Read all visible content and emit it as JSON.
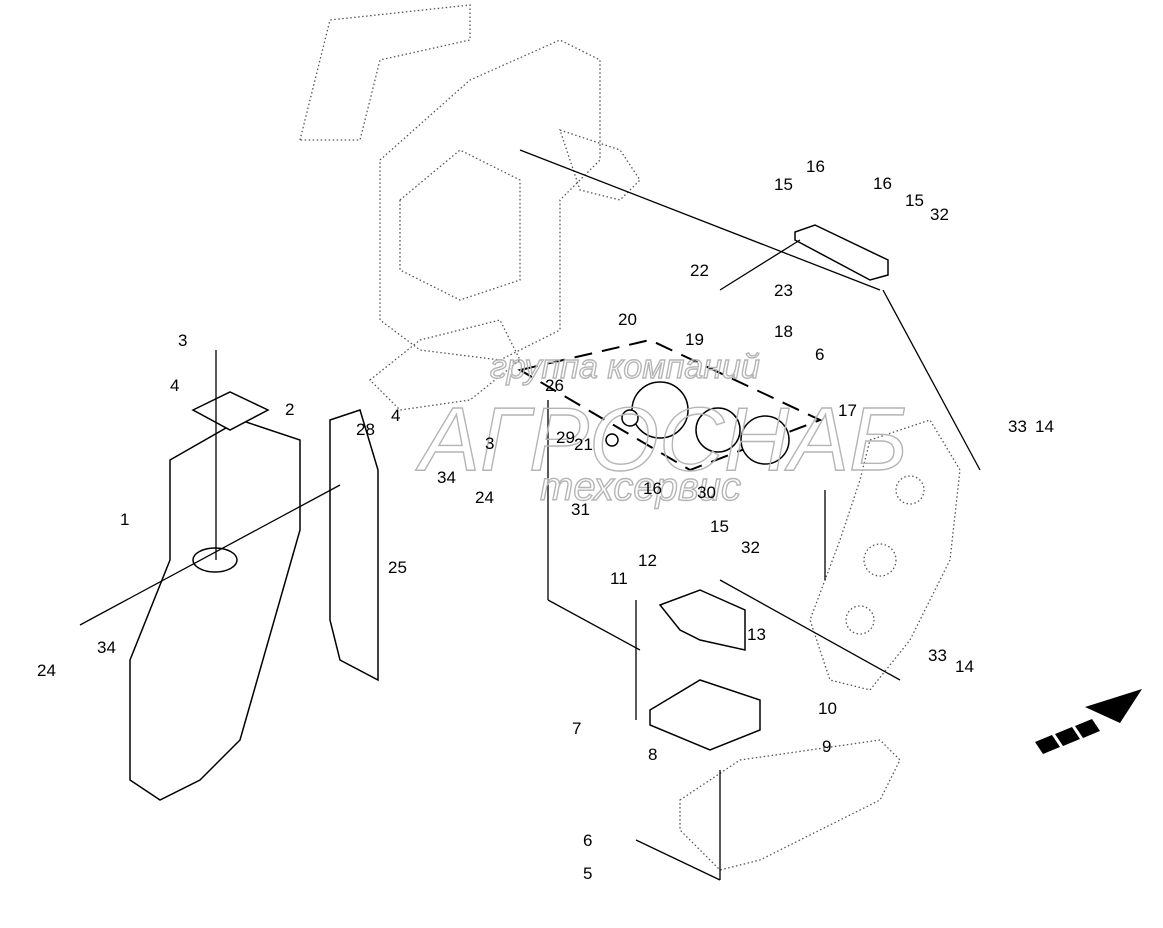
{
  "watermark": {
    "line1": "группа компаний",
    "line2": "АГРОСНАБ",
    "line3": "техсервис"
  },
  "callouts": [
    {
      "id": "c1",
      "label": "1"
    },
    {
      "id": "c2",
      "label": "2"
    },
    {
      "id": "c3a",
      "label": "3"
    },
    {
      "id": "c3b",
      "label": "3"
    },
    {
      "id": "c4a",
      "label": "4"
    },
    {
      "id": "c4b",
      "label": "4"
    },
    {
      "id": "c5",
      "label": "5"
    },
    {
      "id": "c6a",
      "label": "6"
    },
    {
      "id": "c6b",
      "label": "6"
    },
    {
      "id": "c7",
      "label": "7"
    },
    {
      "id": "c8",
      "label": "8"
    },
    {
      "id": "c9",
      "label": "9"
    },
    {
      "id": "c10",
      "label": "10"
    },
    {
      "id": "c11",
      "label": "11"
    },
    {
      "id": "c12",
      "label": "12"
    },
    {
      "id": "c13",
      "label": "13"
    },
    {
      "id": "c14a",
      "label": "14"
    },
    {
      "id": "c14b",
      "label": "14"
    },
    {
      "id": "c15a",
      "label": "15"
    },
    {
      "id": "c15b",
      "label": "15"
    },
    {
      "id": "c15c",
      "label": "15"
    },
    {
      "id": "c16a",
      "label": "16"
    },
    {
      "id": "c16b",
      "label": "16"
    },
    {
      "id": "c16c",
      "label": "16"
    },
    {
      "id": "c17",
      "label": "17"
    },
    {
      "id": "c18",
      "label": "18"
    },
    {
      "id": "c19",
      "label": "19"
    },
    {
      "id": "c20",
      "label": "20"
    },
    {
      "id": "c21",
      "label": "21"
    },
    {
      "id": "c22",
      "label": "22"
    },
    {
      "id": "c23",
      "label": "23"
    },
    {
      "id": "c24a",
      "label": "24"
    },
    {
      "id": "c24b",
      "label": "24"
    },
    {
      "id": "c25",
      "label": "25"
    },
    {
      "id": "c26",
      "label": "26"
    },
    {
      "id": "c28",
      "label": "28"
    },
    {
      "id": "c29",
      "label": "29"
    },
    {
      "id": "c30",
      "label": "30"
    },
    {
      "id": "c31",
      "label": "31"
    },
    {
      "id": "c32a",
      "label": "32"
    },
    {
      "id": "c32b",
      "label": "32"
    },
    {
      "id": "c33a",
      "label": "33"
    },
    {
      "id": "c33b",
      "label": "33"
    },
    {
      "id": "c34a",
      "label": "34"
    },
    {
      "id": "c34b",
      "label": "34"
    }
  ],
  "direction_indicator": {
    "icon": "forward-direction-arrow-icon"
  }
}
